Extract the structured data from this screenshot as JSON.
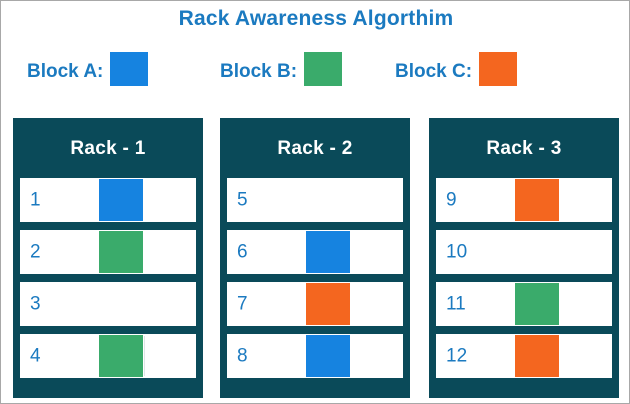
{
  "page": {
    "title": "Rack Awareness Algorthim",
    "title_color": "#1b7ac0",
    "background": "#ffffff",
    "border_color": "#a8a8a8"
  },
  "colors": {
    "blue": "#1683e0",
    "green": "#3aab6b",
    "orange": "#f4661f",
    "rack_background": "#0a4a59",
    "slot_background": "#ffffff",
    "text_blue": "#1b7ac0",
    "header_text": "#ffffff"
  },
  "legend": {
    "items": [
      {
        "label": "Block A:",
        "color_name": "blue",
        "color": "#1683e0",
        "swatch_name": "block-a-swatch"
      },
      {
        "label": "Block B:",
        "color_name": "green",
        "color": "#3aab6b",
        "swatch_name": "block-b-swatch"
      },
      {
        "label": "Block C:",
        "color_name": "orange",
        "color": "#f4661f",
        "swatch_name": "block-c-swatch"
      }
    ]
  },
  "racks": [
    {
      "title": "Rack - 1",
      "slots": [
        {
          "number": "1",
          "block": "blue"
        },
        {
          "number": "2",
          "block": "green"
        },
        {
          "number": "3",
          "block": "none"
        },
        {
          "number": "4",
          "block": "green"
        }
      ]
    },
    {
      "title": "Rack - 2",
      "slots": [
        {
          "number": "5",
          "block": "none"
        },
        {
          "number": "6",
          "block": "blue"
        },
        {
          "number": "7",
          "block": "orange"
        },
        {
          "number": "8",
          "block": "blue"
        }
      ]
    },
    {
      "title": "Rack - 3",
      "slots": [
        {
          "number": "9",
          "block": "orange"
        },
        {
          "number": "10",
          "block": "none"
        },
        {
          "number": "11",
          "block": "green"
        },
        {
          "number": "12",
          "block": "orange"
        }
      ]
    }
  ]
}
